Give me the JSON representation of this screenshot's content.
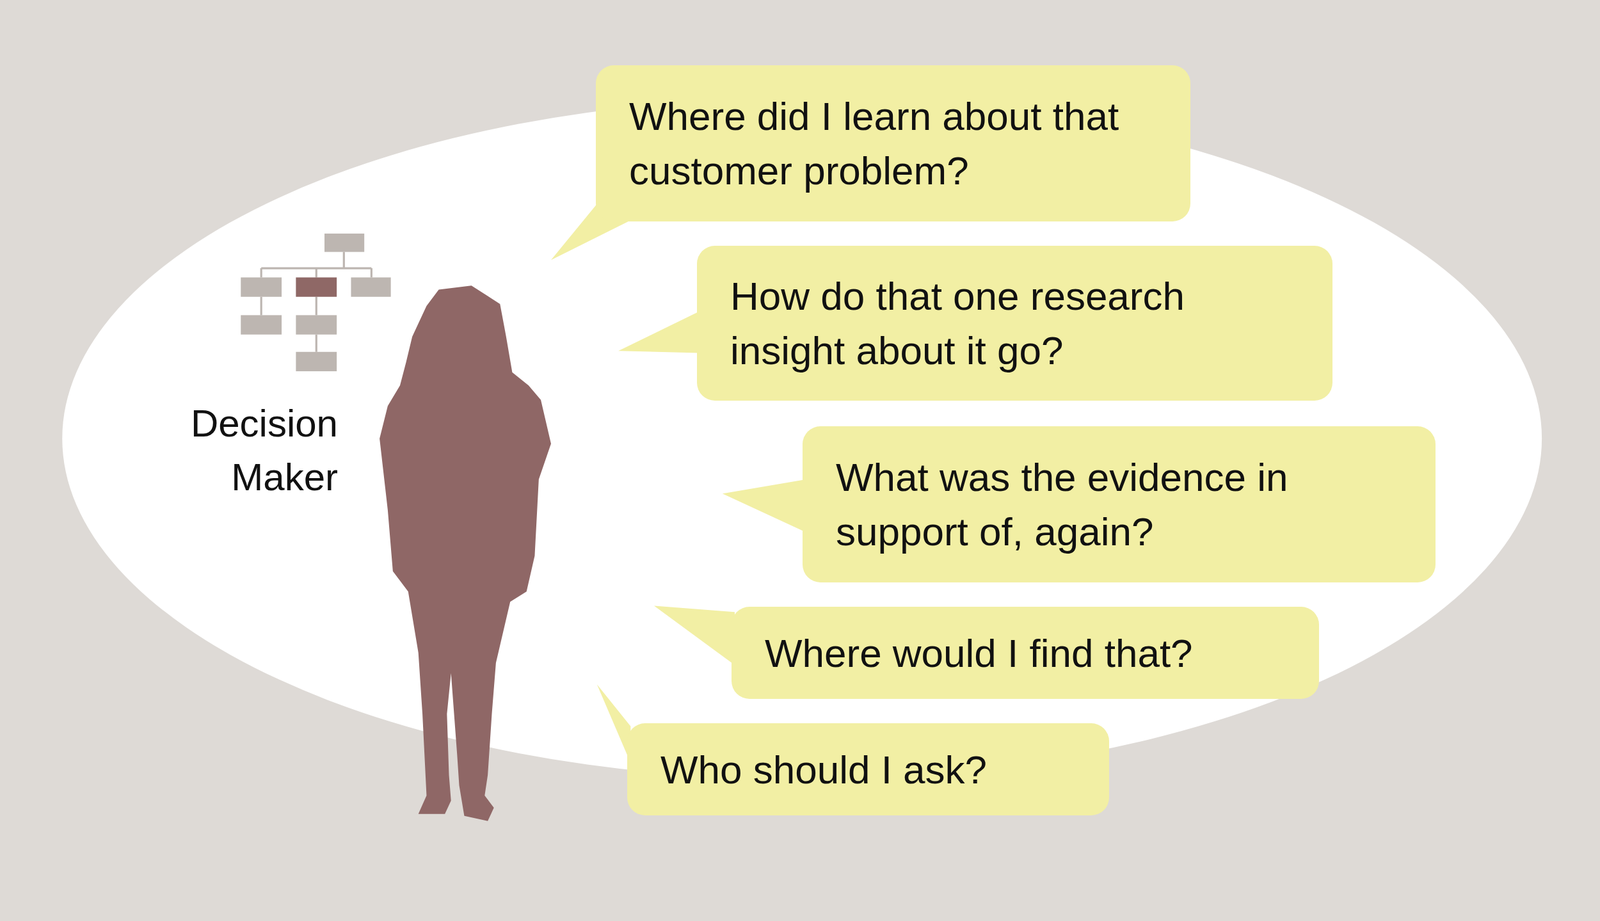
{
  "diagram": {
    "nodes": [
      {
        "text": [
          "Where did I learn about that customer problem?"
        ]
      },
      {
        "text": [
          "How do that one research insight about it go?"
        ]
      },
      {
        "text": [
          "What was the evidence in support of, again?"
        ]
      },
      {
        "text": [
          "Where would I find that?"
        ]
      },
      {
        "text": [
          "Who should I ask?"
        ]
      }
    ],
    "labels": [
      "Decision Maker"
    ]
  }
}
